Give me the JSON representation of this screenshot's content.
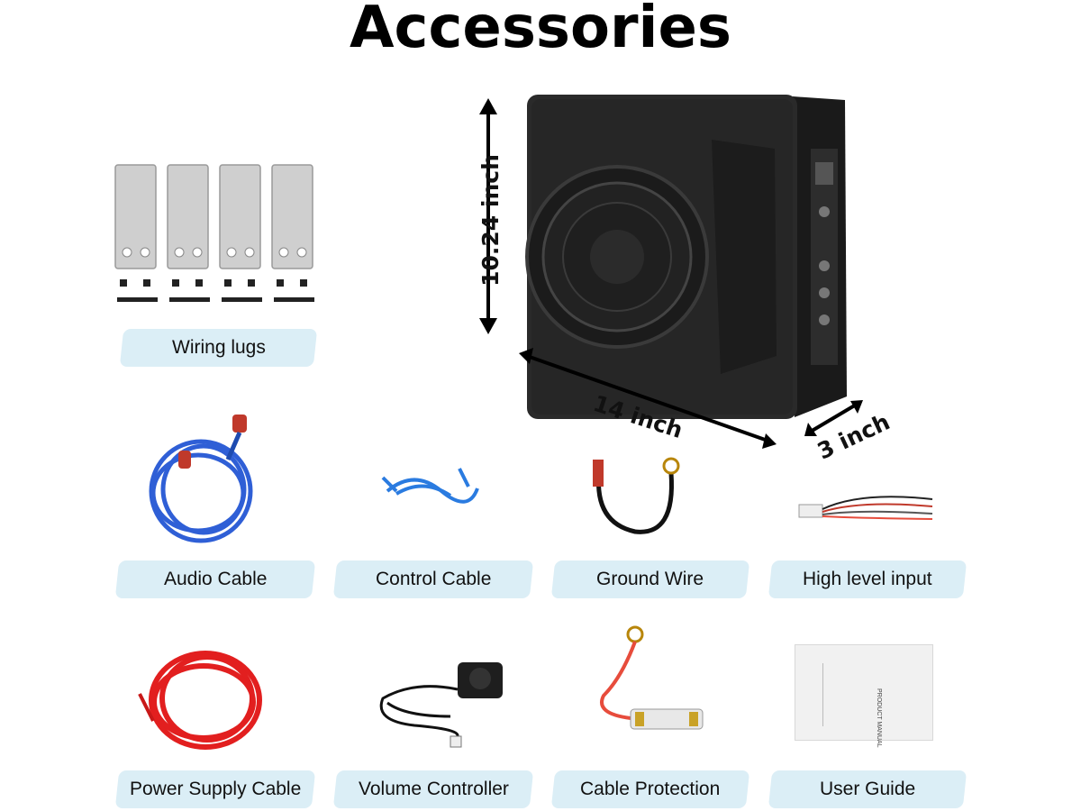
{
  "page": {
    "title": "Accessories"
  },
  "dimensions": {
    "height": "10.24 inch",
    "width": "14 inch",
    "depth": "3 inch"
  },
  "accessories": [
    {
      "label": "Wiring lugs",
      "icon": "wiring-lugs-icon"
    },
    {
      "label": "Audio Cable",
      "icon": "audio-cable-icon"
    },
    {
      "label": "Control Cable",
      "icon": "control-cable-icon"
    },
    {
      "label": "Ground Wire",
      "icon": "ground-wire-icon"
    },
    {
      "label": "High level input",
      "icon": "high-level-input-icon"
    },
    {
      "label": "Power Supply Cable",
      "icon": "power-supply-cable-icon"
    },
    {
      "label": "Volume Controller",
      "icon": "volume-controller-icon"
    },
    {
      "label": "Cable Protection",
      "icon": "fuse-holder-icon"
    },
    {
      "label": "User Guide",
      "icon": "manual-icon"
    }
  ],
  "manual": {
    "cover_text": "PRODUCT MANUAL"
  },
  "colors": {
    "label_bg": "#dbeef6",
    "audio_cable": "#2f5fd6",
    "power_cable": "#e21f1f"
  }
}
